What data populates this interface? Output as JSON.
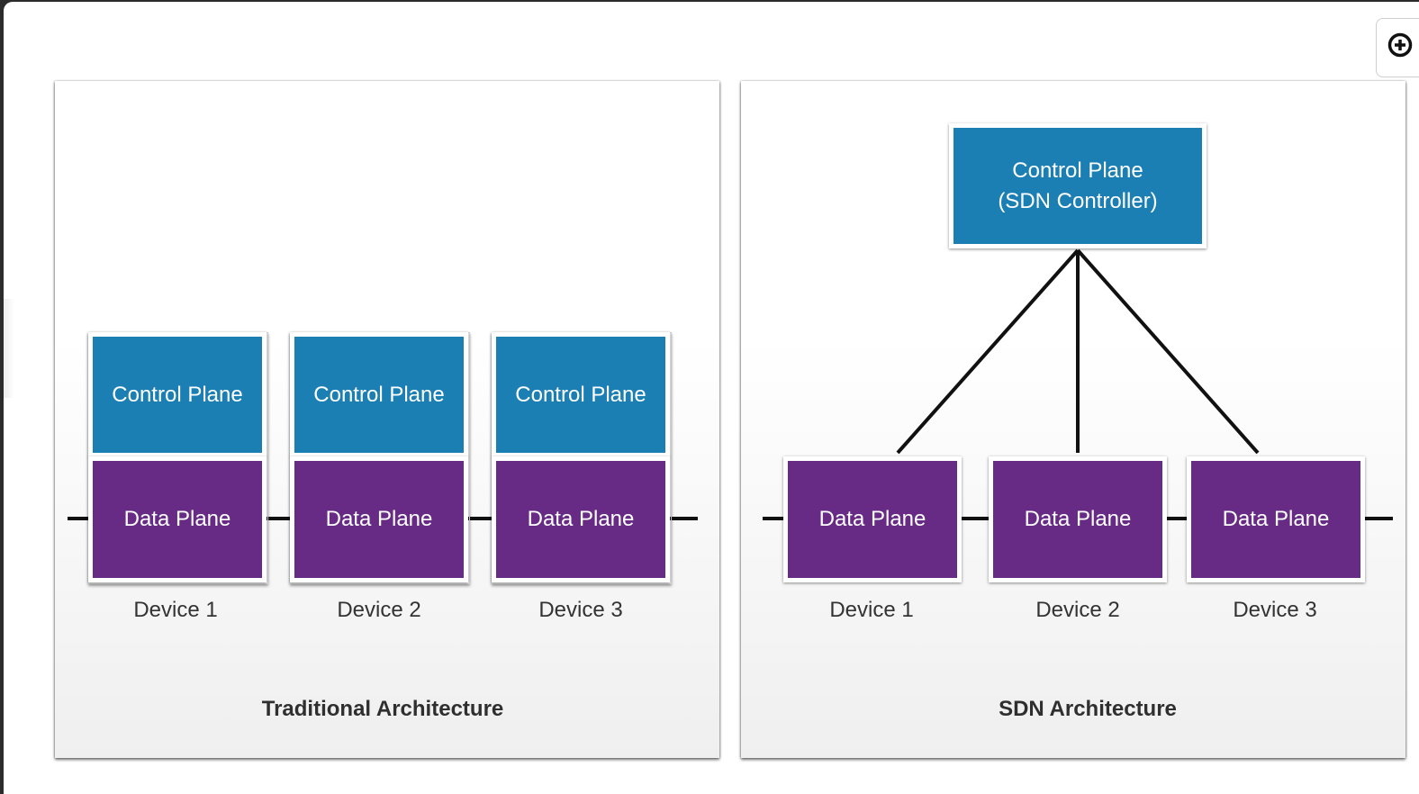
{
  "traditional": {
    "title": "Traditional Architecture",
    "devices": [
      {
        "control_plane": "Control Plane",
        "data_plane": "Data Plane",
        "label": "Device 1"
      },
      {
        "control_plane": "Control Plane",
        "data_plane": "Data Plane",
        "label": "Device 2"
      },
      {
        "control_plane": "Control Plane",
        "data_plane": "Data Plane",
        "label": "Device 3"
      }
    ]
  },
  "sdn": {
    "title": "SDN Architecture",
    "controller": {
      "line1": "Control Plane",
      "line2": "(SDN Controller)"
    },
    "devices": [
      {
        "data_plane": "Data Plane",
        "label": "Device 1"
      },
      {
        "data_plane": "Data Plane",
        "label": "Device 2"
      },
      {
        "data_plane": "Data Plane",
        "label": "Device 3"
      }
    ]
  },
  "controls": {
    "zoom_icon": "zoom-in-icon"
  },
  "colors": {
    "control_plane": "#1b7fb3",
    "data_plane": "#672b85",
    "line": "#111111"
  }
}
